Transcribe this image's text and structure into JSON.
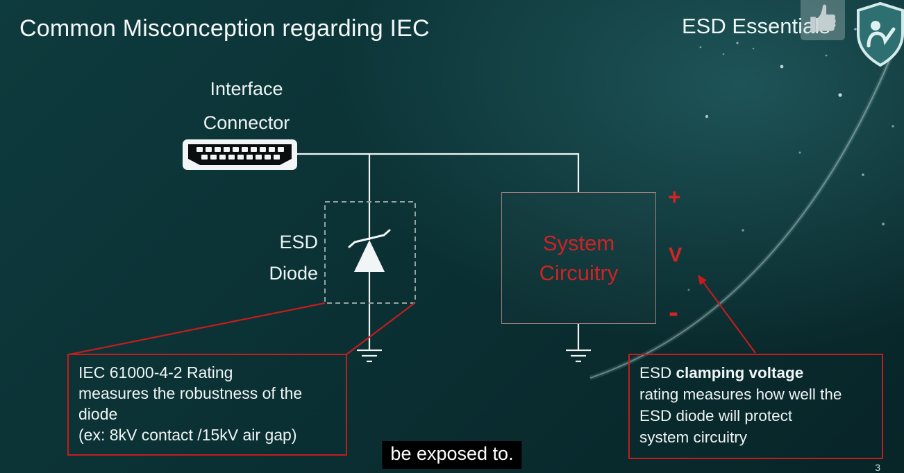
{
  "colors": {
    "accent_red": "#c51c1c",
    "wire_white": "#f2f5f5",
    "background_dark_teal": "#082528",
    "background_light_teal": "#176063",
    "caption_bg": "#000000",
    "system_text_red": "#cf2323"
  },
  "header": {
    "title": "Common Misconception regarding IEC",
    "brand": "ESD Essentials",
    "icons": {
      "thumbs_up": "thumbs-up-icon",
      "shield": "esd-shield-icon"
    }
  },
  "diagram": {
    "connector_label": [
      "Interface",
      "Connector"
    ],
    "esd_diode_label": [
      "ESD",
      "Diode"
    ],
    "system_circuitry_label": [
      "System",
      "Circuitry"
    ],
    "voltage": {
      "plus": "+",
      "v": "V",
      "minus": "-"
    }
  },
  "callouts": {
    "iec_rating": {
      "lines": [
        "IEC 61000-4-2 Rating",
        "measures the robustness of the",
        "diode",
        "(ex: 8kV contact /15kV air gap)"
      ]
    },
    "clamping": {
      "line1_prefix": "ESD ",
      "line1_bold": "clamping voltage",
      "lines_rest": [
        "rating measures how well the",
        "ESD diode will protect",
        "system circuitry"
      ]
    }
  },
  "caption": {
    "text": "be exposed to."
  },
  "footer": {
    "page_number": "3"
  }
}
